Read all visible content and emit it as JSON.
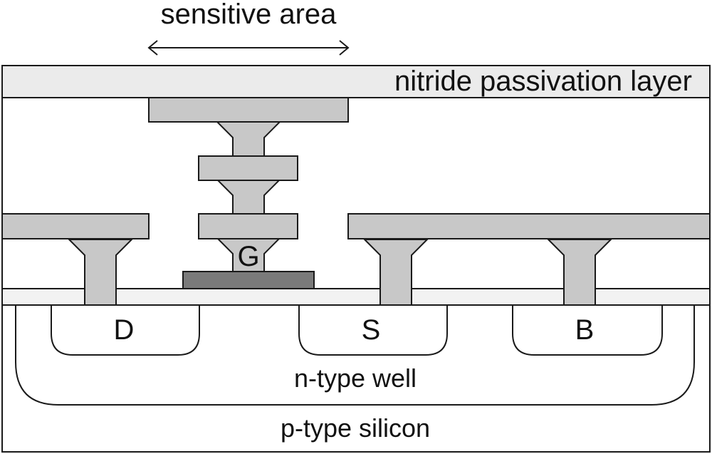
{
  "labels": {
    "sensitive_area": "sensitive area",
    "nitride_layer": "nitride passivation layer",
    "gate": "G",
    "drain": "D",
    "source": "S",
    "bulk": "B",
    "n_well": "n-type well",
    "p_silicon": "p-type silicon"
  },
  "colors": {
    "metal": "#c8c8c8",
    "nitride": "#ebebeb",
    "oxide": "#f2f2f2",
    "gate_poly": "#7a7a7a",
    "outline": "#1a1a1a",
    "background": "#ffffff"
  }
}
